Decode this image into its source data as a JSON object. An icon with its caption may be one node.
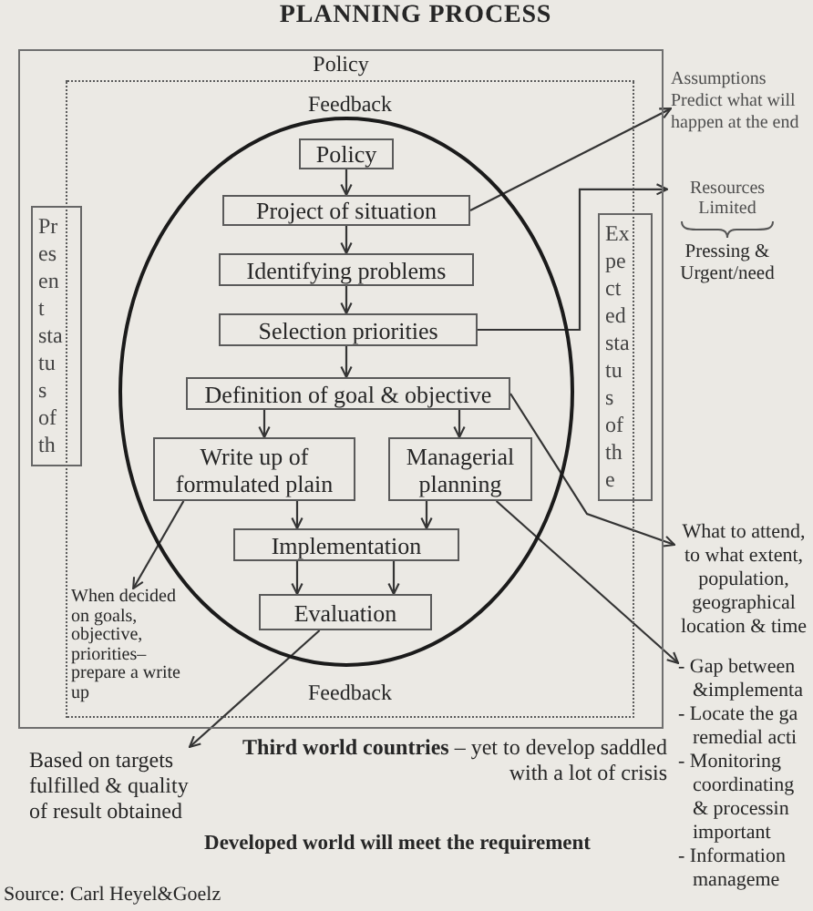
{
  "diagram": {
    "title": "PLANNING PROCESS",
    "nodes": [
      {
        "text": [
          "Policy"
        ]
      },
      {
        "text": [
          "Feedback",
          "Feedback"
        ],
        "in": 0
      },
      {
        "text": [],
        "shape": "circle",
        "in": 1
      },
      {
        "text": [
          "Policy"
        ],
        "in": 2
      },
      {
        "text": [
          "Project of situation"
        ],
        "in": 2
      },
      {
        "text": [
          "Identifying problems"
        ],
        "in": 2
      },
      {
        "text": [
          "Selection priorities"
        ],
        "in": 2
      },
      {
        "text": [
          "Definition of goal & objective"
        ],
        "in": 2
      },
      {
        "text": [
          "Write up of formulated plain"
        ],
        "in": 2
      },
      {
        "text": [
          "Managerial planning"
        ],
        "in": 2
      },
      {
        "text": [
          "Implementation"
        ],
        "in": 2
      },
      {
        "text": [
          "Evaluation"
        ],
        "in": 2
      },
      {
        "text": [
          "Pr es en t sta tu s of th"
        ],
        "in": 0
      },
      {
        "text": [
          "Ex pe ct ed sta tu s of th e"
        ],
        "in": 0
      },
      {
        "text": [
          "Assumptions",
          "Predict what will happen at the end"
        ]
      },
      {
        "text": [
          "Resources Limited"
        ],
        "beside": [
          "Pressing & Urgent/need"
        ]
      },
      {
        "text": [
          "What to attend, to what extent, population, geographical location & time"
        ]
      },
      {
        "text": [
          "When decided on goals, objective, priorities–prepare a write up"
        ],
        "in": 1
      },
      {
        "text": [
          "- Gap between &implementa",
          "- Locate the ga remedial acti",
          "- Monitoring coordinating & processin important",
          "- Information manageme"
        ]
      },
      {
        "text": [
          "Based on targets fulfilled & quality of result obtained"
        ]
      }
    ],
    "edges": [
      {
        "from": 3,
        "to": 4,
        "arrow": "to"
      },
      {
        "from": 4,
        "to": 5,
        "arrow": "to"
      },
      {
        "from": 5,
        "to": 6,
        "arrow": "to"
      },
      {
        "from": 6,
        "to": 7,
        "arrow": "to"
      },
      {
        "from": 7,
        "to": 8,
        "arrow": "to"
      },
      {
        "from": 7,
        "to": 9,
        "arrow": "to"
      },
      {
        "from": 8,
        "to": 10,
        "arrow": "to"
      },
      {
        "from": 9,
        "to": 10,
        "arrow": "to"
      },
      {
        "from": 10,
        "to": 11,
        "arrow": "to"
      },
      {
        "from": 10,
        "to": 11,
        "arrow": "to"
      },
      {
        "from": 4,
        "to": 14,
        "arrow": "to"
      },
      {
        "from": 6,
        "to": 15,
        "arrow": "to"
      },
      {
        "from": 7,
        "to": 16,
        "arrow": "to"
      },
      {
        "from": 8,
        "to": 17,
        "arrow": "to"
      },
      {
        "from": 9,
        "to": 18,
        "arrow": "to"
      },
      {
        "from": 11,
        "to": 19,
        "arrow": "to"
      }
    ],
    "labels": [
      "**Third world countries** – yet to develop saddled with a lot of crisis",
      "Developed world will meet the requirement",
      "Source: Carl Heyel&Goelz"
    ]
  }
}
